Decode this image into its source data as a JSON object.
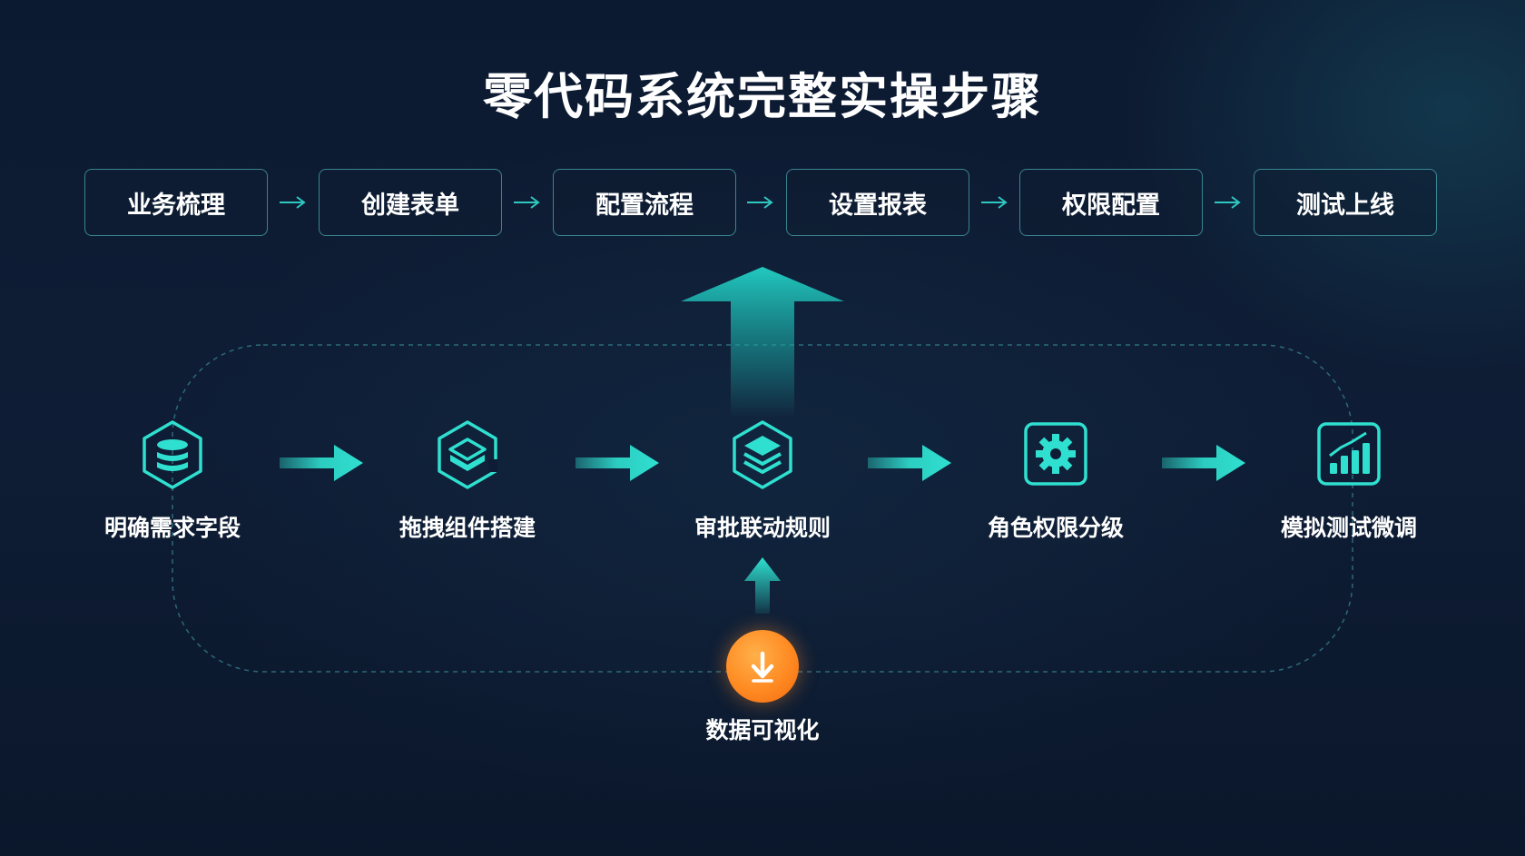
{
  "title": "零代码系统完整实操步骤",
  "top_steps": [
    {
      "label": "业务梳理"
    },
    {
      "label": "创建表单"
    },
    {
      "label": "配置流程"
    },
    {
      "label": "设置报表"
    },
    {
      "label": "权限配置"
    },
    {
      "label": "测试上线"
    }
  ],
  "flow_nodes": [
    {
      "label": "明确需求字段",
      "icon": "database-icon"
    },
    {
      "label": "拖拽组件搭建",
      "icon": "cube-component-icon"
    },
    {
      "label": "审批联动规则",
      "icon": "layers-icon"
    },
    {
      "label": "角色权限分级",
      "icon": "gear-icon"
    },
    {
      "label": "模拟测试微调",
      "icon": "bar-chart-icon"
    }
  ],
  "sub_node": {
    "label": "数据可视化",
    "icon": "download-arrow-icon"
  },
  "colors": {
    "accent": "#2fe0d0",
    "accent_border": "#48a8b0",
    "orange": "#ff8a22",
    "background": "#0d1a30"
  }
}
